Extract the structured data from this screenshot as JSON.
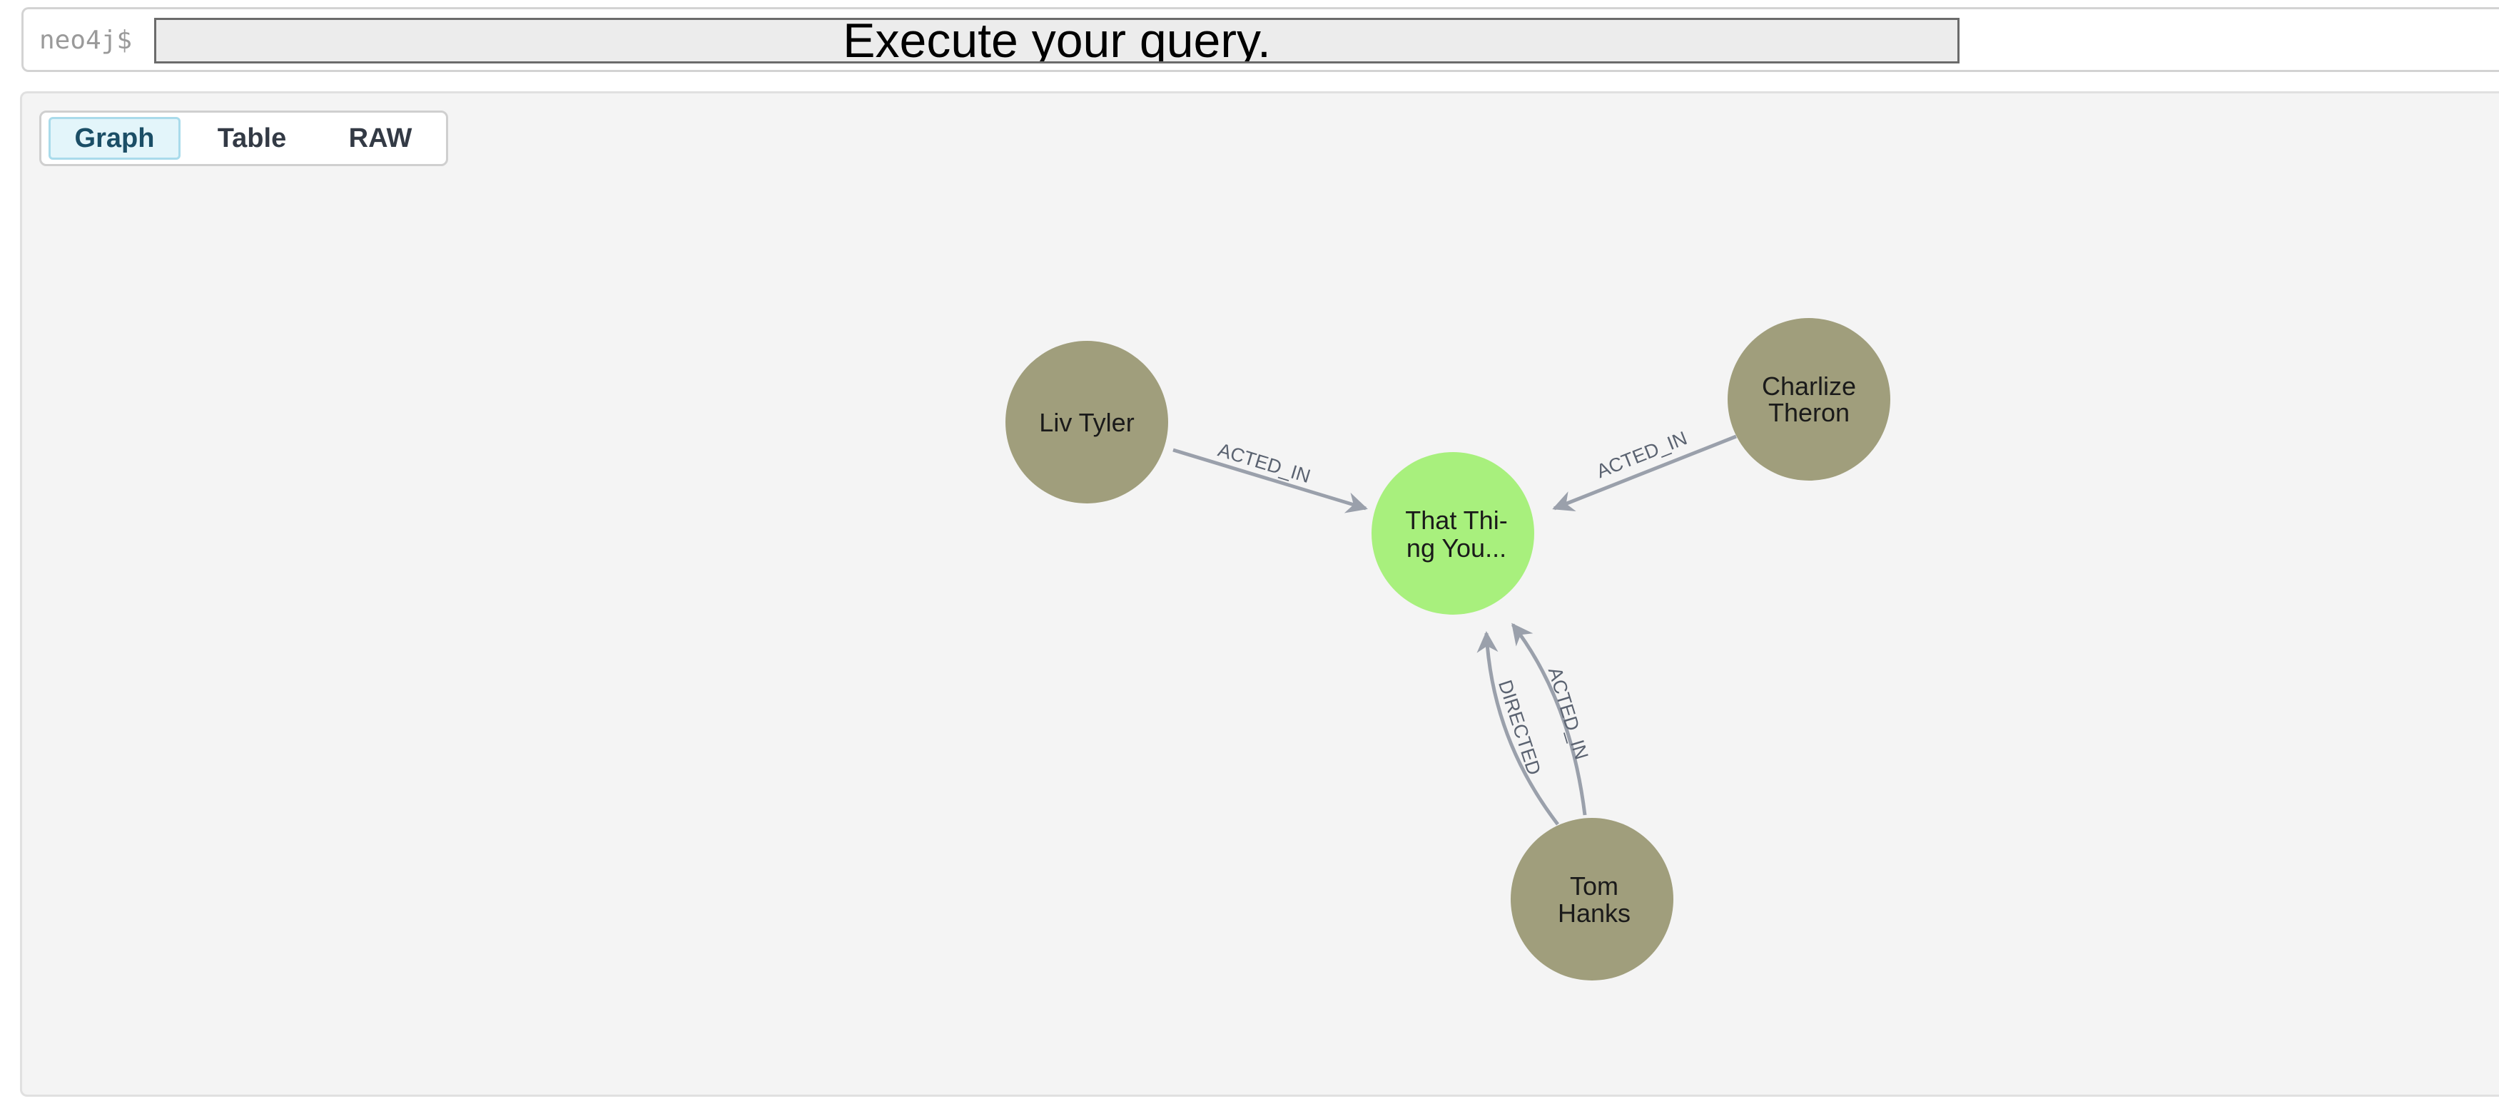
{
  "query_bar": {
    "prompt": "neo4j$",
    "placeholder": "Execute your query."
  },
  "view_tabs": [
    {
      "label": "Graph",
      "active": true
    },
    {
      "label": "Table",
      "active": false
    },
    {
      "label": "RAW",
      "active": false
    }
  ],
  "graph": {
    "colors": {
      "person_node": "#a09e7c",
      "movie_node": "#a8f07d",
      "relationship": "#9aa0ab"
    },
    "nodes": [
      {
        "id": "liv",
        "type": "Person",
        "label_lines": [
          "Liv Tyler"
        ]
      },
      {
        "id": "charlize",
        "type": "Person",
        "label_lines": [
          "Charlize",
          "Theron"
        ]
      },
      {
        "id": "movie",
        "type": "Movie",
        "label_lines": [
          "That Thi-",
          "ng You..."
        ]
      },
      {
        "id": "tom",
        "type": "Person",
        "label_lines": [
          "Tom",
          "Hanks"
        ]
      }
    ],
    "relationships": [
      {
        "from": "liv",
        "to": "movie",
        "type": "ACTED_IN"
      },
      {
        "from": "charlize",
        "to": "movie",
        "type": "ACTED_IN"
      },
      {
        "from": "tom",
        "to": "movie",
        "type": "DIRECTED"
      },
      {
        "from": "tom",
        "to": "movie",
        "type": "ACTED_IN"
      }
    ]
  }
}
